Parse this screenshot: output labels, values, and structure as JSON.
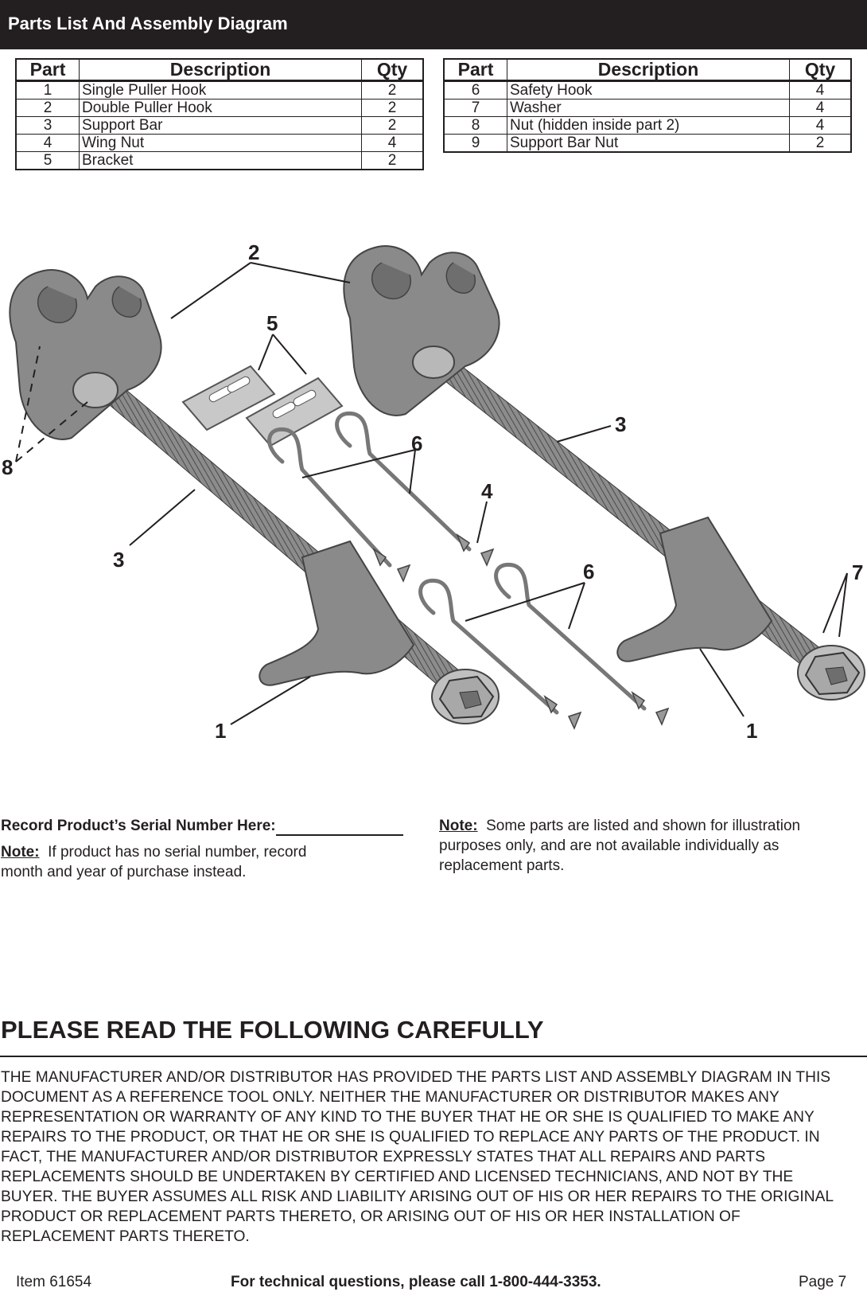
{
  "header": {
    "title": "Parts List And Assembly Diagram"
  },
  "parts_table": {
    "columns": [
      "Part",
      "Description",
      "Qty"
    ],
    "left_rows": [
      {
        "part": "1",
        "description": "Single Puller Hook",
        "qty": "2"
      },
      {
        "part": "2",
        "description": "Double Puller Hook",
        "qty": "2"
      },
      {
        "part": "3",
        "description": "Support Bar",
        "qty": "2"
      },
      {
        "part": "4",
        "description": "Wing Nut",
        "qty": "4"
      },
      {
        "part": "5",
        "description": "Bracket",
        "qty": "2"
      }
    ],
    "right_rows": [
      {
        "part": "6",
        "description": "Safety Hook",
        "qty": "4"
      },
      {
        "part": "7",
        "description": "Washer",
        "qty": "4"
      },
      {
        "part": "8",
        "description": "Nut (hidden inside part 2)",
        "qty": "4"
      },
      {
        "part": "9",
        "description": "Support Bar Nut",
        "qty": "2"
      }
    ]
  },
  "diagram": {
    "callouts": [
      "2",
      "5",
      "8",
      "3",
      "6",
      "4",
      "3",
      "6",
      "7",
      "1",
      "1"
    ]
  },
  "serial": {
    "label": "Record Product’s Serial Number Here:",
    "note_label": "Note:",
    "note_text": "If product has no serial number, record month and year of purchase instead."
  },
  "note_right": {
    "label": "Note:",
    "text": "Some parts are listed and shown for illustration purposes only, and are not available individually as replacement parts."
  },
  "caution": {
    "title": "PLEASE READ THE FOLLOWING CAREFULLY",
    "body": "THE MANUFACTURER AND/OR DISTRIBUTOR HAS PROVIDED THE PARTS LIST AND ASSEMBLY DIAGRAM IN THIS DOCUMENT AS A REFERENCE TOOL ONLY.  NEITHER THE MANUFACTURER OR DISTRIBUTOR MAKES ANY REPRESENTATION OR WARRANTY OF ANY KIND TO THE BUYER THAT HE OR SHE IS QUALIFIED TO MAKE ANY REPAIRS TO THE PRODUCT, OR THAT HE OR SHE IS QUALIFIED TO REPLACE ANY PARTS OF THE PRODUCT.  IN FACT, THE MANUFACTURER AND/OR DISTRIBUTOR EXPRESSLY STATES THAT ALL REPAIRS AND PARTS REPLACEMENTS SHOULD BE UNDERTAKEN BY CERTIFIED AND LICENSED TECHNICIANS, AND NOT BY THE BUYER.  THE BUYER ASSUMES ALL RISK AND LIABILITY ARISING OUT OF HIS OR HER REPAIRS TO THE ORIGINAL PRODUCT OR REPLACEMENT PARTS THERETO, OR ARISING OUT OF HIS OR HER INSTALLATION OF REPLACEMENT PARTS THERETO."
  },
  "footer": {
    "item": "Item 61654",
    "support": "For technical questions, please call 1-800-444-3353.",
    "page": "Page 7"
  }
}
